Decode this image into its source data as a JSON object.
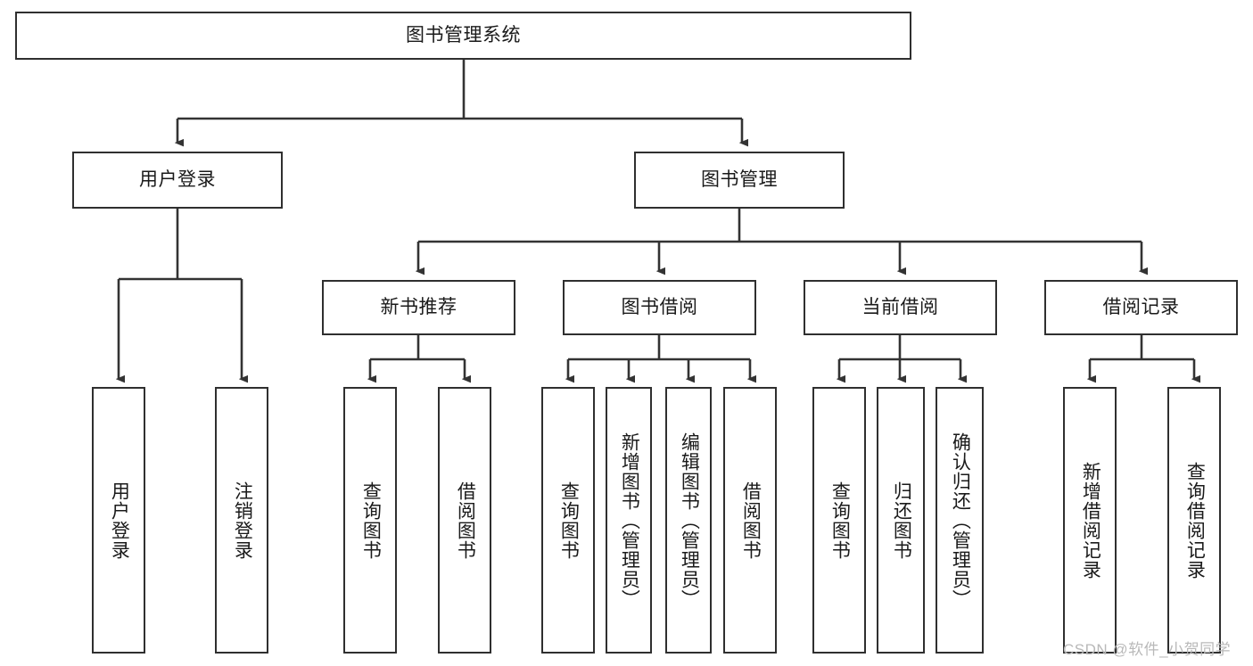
{
  "diagram": {
    "type": "tree-hierarchy-chart",
    "title_node": {
      "label": "图书管理系统"
    },
    "colors": {
      "box_border": "#2f2f2f",
      "box_fill": "#ffffff",
      "connector": "#333333",
      "text": "#1a1a1a",
      "watermark": "#b9b9b9",
      "background": "#ffffff"
    },
    "level2": [
      {
        "label": "用户登录"
      },
      {
        "label": "图书管理"
      }
    ],
    "level3": [
      {
        "label": "新书推荐"
      },
      {
        "label": "图书借阅"
      },
      {
        "label": "当前借阅"
      },
      {
        "label": "借阅记录"
      }
    ],
    "leaves": {
      "user_login": [
        {
          "label": "用户登录"
        },
        {
          "label": "注销登录"
        }
      ],
      "new_book_recommend": [
        {
          "label": "查询图书"
        },
        {
          "label": "借阅图书"
        }
      ],
      "book_borrow": [
        {
          "label": "查询图书"
        },
        {
          "label": "新增图书（管理员）"
        },
        {
          "label": "编辑图书（管理员）"
        },
        {
          "label": "借阅图书"
        }
      ],
      "current_borrow": [
        {
          "label": "查询图书"
        },
        {
          "label": "归还图书"
        },
        {
          "label": "确认归还（管理员）"
        }
      ],
      "borrow_record": [
        {
          "label": "新增借阅记录"
        },
        {
          "label": "查询借阅记录"
        }
      ]
    }
  },
  "watermark": {
    "text": "CSDN @软件_小贺同学"
  }
}
